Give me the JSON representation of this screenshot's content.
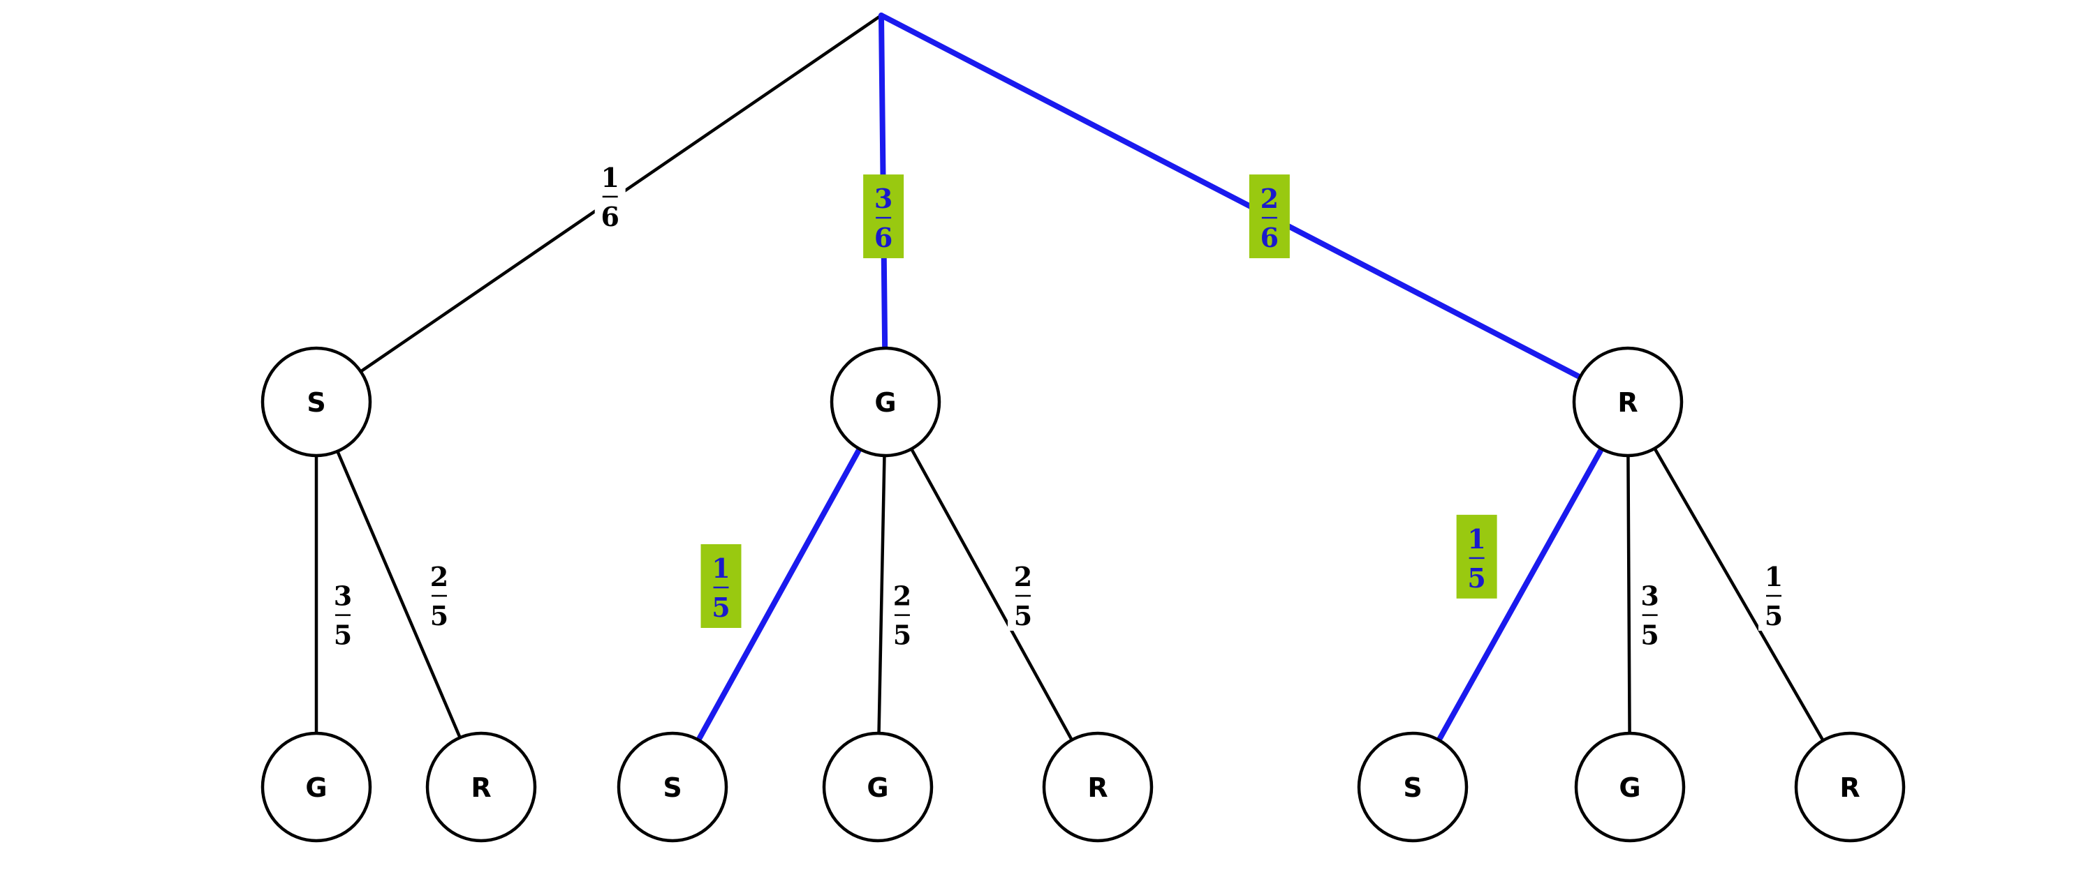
{
  "colors": {
    "edge": "#000000",
    "highlight_edge": "#1a1aee",
    "highlight_box": "#99c910",
    "highlight_text": "#1a1acc",
    "node_stroke": "#000000"
  },
  "root": {
    "id": "root"
  },
  "level1": [
    {
      "id": "s",
      "label": "S",
      "prob": {
        "num": "1",
        "den": "6"
      },
      "highlight": false
    },
    {
      "id": "g",
      "label": "G",
      "prob": {
        "num": "3",
        "den": "6"
      },
      "highlight": true
    },
    {
      "id": "r",
      "label": "R",
      "prob": {
        "num": "2",
        "den": "6"
      },
      "highlight": true
    }
  ],
  "level2": [
    {
      "id": "s-g",
      "parent": "s",
      "label": "G",
      "prob": {
        "num": "3",
        "den": "5"
      },
      "highlight": false
    },
    {
      "id": "s-r",
      "parent": "s",
      "label": "R",
      "prob": {
        "num": "2",
        "den": "5"
      },
      "highlight": false
    },
    {
      "id": "g-s",
      "parent": "g",
      "label": "S",
      "prob": {
        "num": "1",
        "den": "5"
      },
      "highlight": true
    },
    {
      "id": "g-g",
      "parent": "g",
      "label": "G",
      "prob": {
        "num": "2",
        "den": "5"
      },
      "highlight": false
    },
    {
      "id": "g-r",
      "parent": "g",
      "label": "R",
      "prob": {
        "num": "2",
        "den": "5"
      },
      "highlight": false
    },
    {
      "id": "r-s",
      "parent": "r",
      "label": "S",
      "prob": {
        "num": "1",
        "den": "5"
      },
      "highlight": true
    },
    {
      "id": "r-g",
      "parent": "r",
      "label": "G",
      "prob": {
        "num": "3",
        "den": "5"
      },
      "highlight": false
    },
    {
      "id": "r-r",
      "parent": "r",
      "label": "R",
      "prob": {
        "num": "1",
        "den": "5"
      },
      "highlight": false
    }
  ]
}
